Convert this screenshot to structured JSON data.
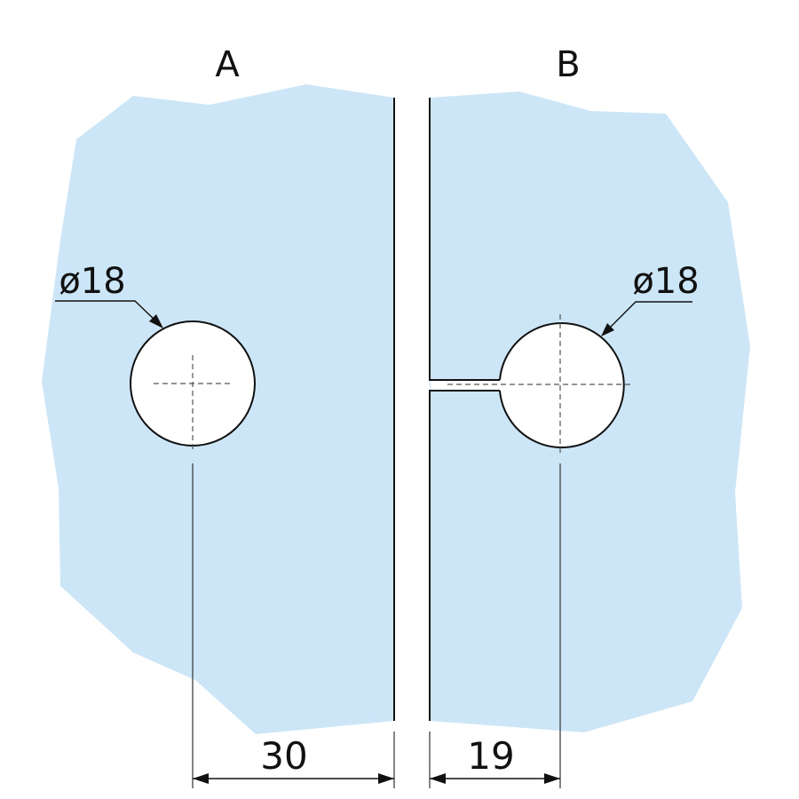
{
  "diagram": {
    "colors": {
      "glass": "#cce6f8",
      "line": "#111111",
      "centerline": "#555555",
      "background": "#ffffff"
    },
    "panels": [
      {
        "label": "A",
        "hole_label": "ø18",
        "dimension": "30"
      },
      {
        "label": "B",
        "hole_label": "ø18",
        "dimension": "19"
      }
    ]
  }
}
